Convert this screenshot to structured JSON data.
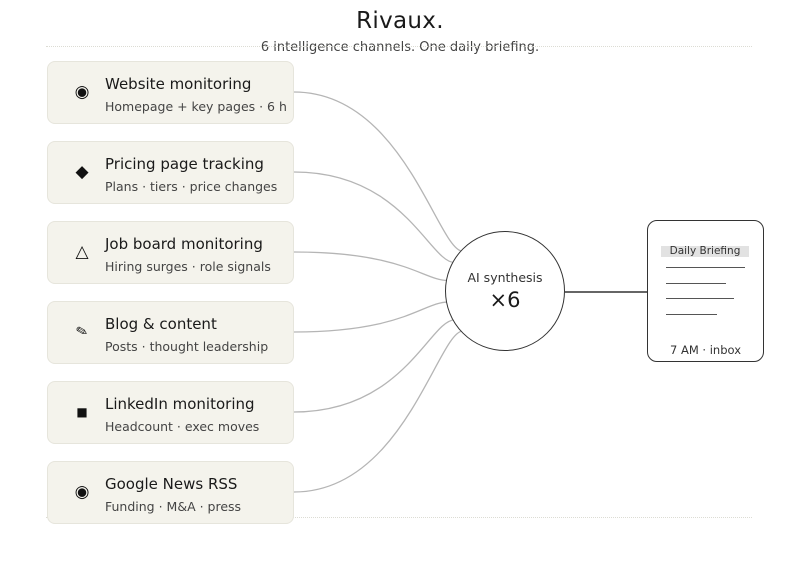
{
  "header": {
    "title": "Rivaux.",
    "subtitle": "6 intelligence channels. One daily briefing."
  },
  "channels": [
    {
      "icon": "target-icon",
      "glyph": "◉",
      "title": "Website monitoring",
      "sub": "Homepage + key pages · 6 h"
    },
    {
      "icon": "diamond-icon",
      "glyph": "◆",
      "title": "Pricing page tracking",
      "sub": "Plans · tiers · price changes"
    },
    {
      "icon": "triangle-icon",
      "glyph": "△",
      "title": "Job board monitoring",
      "sub": "Hiring surges · role signals"
    },
    {
      "icon": "pencil-icon",
      "glyph": "✎",
      "title": "Blog & content",
      "sub": "Posts · thought leadership"
    },
    {
      "icon": "square-icon",
      "glyph": "■",
      "title": "LinkedIn monitoring",
      "sub": "Headcount · exec moves"
    },
    {
      "icon": "target-icon",
      "glyph": "◉",
      "title": "Google News RSS",
      "sub": "Funding · M&A · press"
    }
  ],
  "hub": {
    "label": "AI synthesis",
    "multiplier": "×6"
  },
  "briefing": {
    "title": "Daily Briefing",
    "footer": "7 AM · inbox"
  },
  "colors": {
    "card_bg": "#f4f3ec",
    "card_border": "#e6e5dc",
    "wire": "#b5b5b5",
    "stroke": "#333333"
  }
}
